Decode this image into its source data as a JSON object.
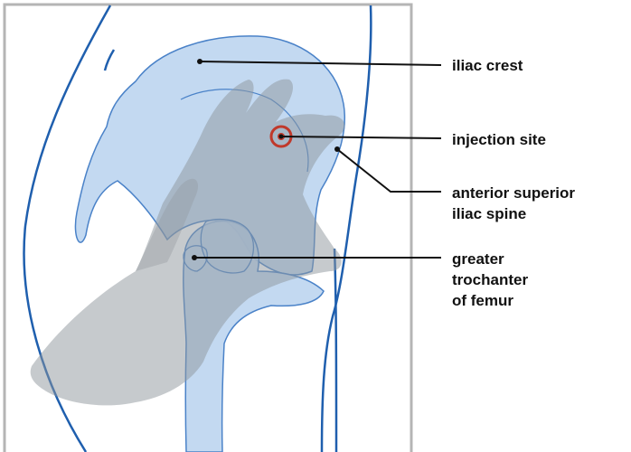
{
  "colors": {
    "outline_blue": "#1f5fae",
    "bone_fill": "#b9d2ee",
    "bone_stroke": "#4a82c8",
    "hand_gray": "#8e959b",
    "frame_gray": "#b5b5b5",
    "target_red": "#c0392b",
    "leader_black": "#111111"
  },
  "labels": {
    "iliac_crest": "iliac crest",
    "injection_site": "injection site",
    "asis_line1": "anterior superior",
    "asis_line2": "iliac spine",
    "trochanter_line1": "greater",
    "trochanter_line2": "trochanter",
    "trochanter_line3": "of femur"
  }
}
